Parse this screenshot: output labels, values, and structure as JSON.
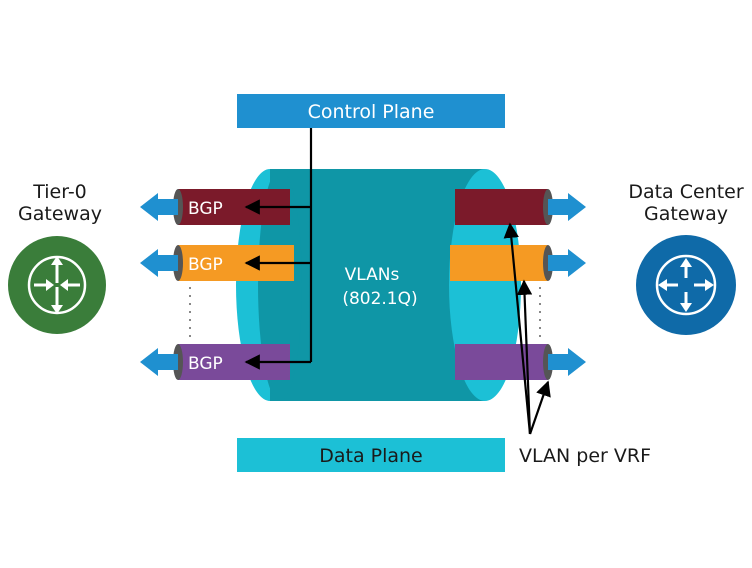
{
  "control_plane": {
    "label": "Control Plane"
  },
  "data_plane": {
    "label": "Data Plane"
  },
  "tier0_gateway": {
    "label_line1": "Tier-0",
    "label_line2": "Gateway"
  },
  "dc_gateway": {
    "label_line1": "Data Center",
    "label_line2": "Gateway"
  },
  "vlans": {
    "label_line1": "VLANs",
    "label_line2": "(802.1Q)"
  },
  "vlan_per_vrf": {
    "label": "VLAN per VRF"
  },
  "tunnels": [
    {
      "label": "BGP",
      "color": "#7b1a2a"
    },
    {
      "label": "BGP",
      "color": "#f59a23"
    },
    {
      "label": "BGP",
      "color": "#7a4a9a"
    }
  ],
  "colors": {
    "control_plane": "#1f90d0",
    "data_plane": "#1cc0d6",
    "tier0_router": "#3a7d3a",
    "dc_router": "#0f6aa8",
    "cylinder_outer": "#1cc0d6",
    "cylinder_inner": "#0f96a6",
    "arrow": "#1f90d0"
  },
  "icons": [
    "router-icon"
  ]
}
